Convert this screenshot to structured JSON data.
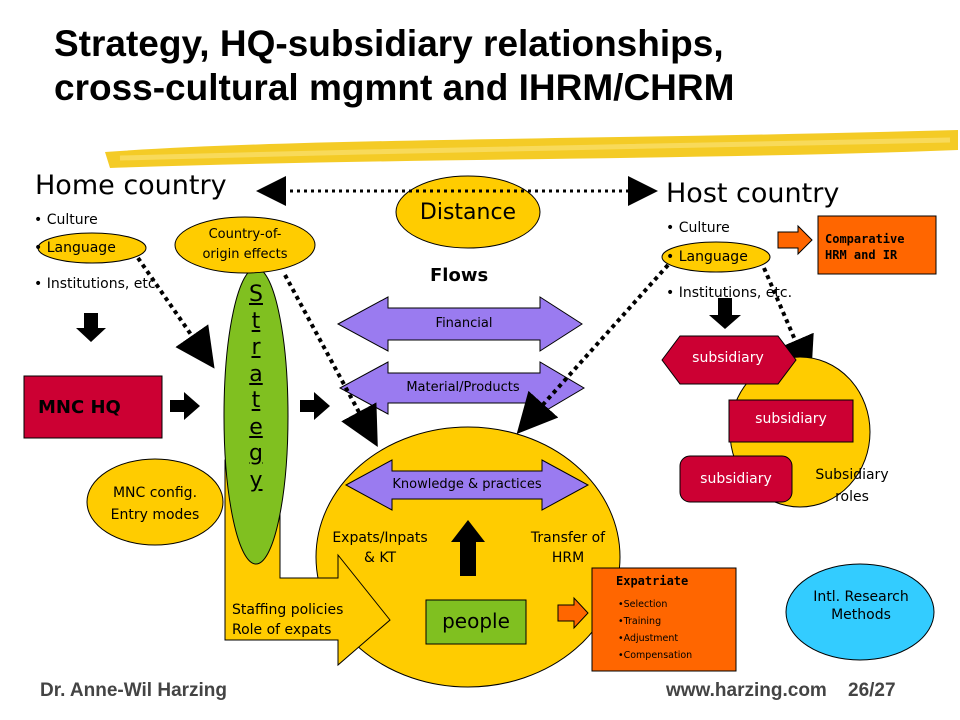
{
  "title": {
    "line1": "Strategy, HQ-subsidiary relationships,",
    "line2": "cross-cultural mgmnt and IHRM/CHRM"
  },
  "home": {
    "heading": "Home country",
    "bullets": [
      "Culture",
      "Language",
      "Institutions, etc."
    ]
  },
  "host": {
    "heading": "Host country",
    "bullets": [
      "Culture",
      "Language",
      "Institutions, etc."
    ]
  },
  "distance": "Distance",
  "country_of_origin": [
    "Country-of-",
    "origin effects"
  ],
  "strategy_letters": [
    "S",
    "t",
    "r",
    "a",
    "t",
    "e",
    "g",
    "y"
  ],
  "mnc_hq": "MNC HQ",
  "mnc_config": [
    "MNC config.",
    "Entry modes"
  ],
  "flows": {
    "heading": "Flows",
    "financial": "Financial",
    "material": "Material/Products",
    "knowledge": "Knowledge & practices"
  },
  "expats": [
    "Expats/Inpats",
    "& KT"
  ],
  "transfer": [
    "Transfer of",
    "HRM"
  ],
  "people": "people",
  "staffing": [
    "Staffing policies",
    "Role of expats"
  ],
  "comparative": [
    "Comparative",
    "HRM and IR"
  ],
  "subsidiaries": [
    "subsidiary",
    "subsidiary",
    "subsidiary"
  ],
  "subsidiary_roles": [
    "Subsidiary",
    "roles"
  ],
  "expatriate": {
    "heading": "Expatriate",
    "items": [
      "Selection",
      "Training",
      "Adjustment",
      "Compensation"
    ]
  },
  "research": [
    "Intl. Research",
    "Methods"
  ],
  "footer": {
    "author": "Dr. Anne-Wil Harzing",
    "site": "www.harzing.com",
    "page": "26/27"
  },
  "colors": {
    "yellow": "#FFCC00",
    "green": "#80C020",
    "purple": "#9A7BF0",
    "red": "#CC0033",
    "orange": "#FF6600",
    "cyan": "#33CCFF"
  }
}
